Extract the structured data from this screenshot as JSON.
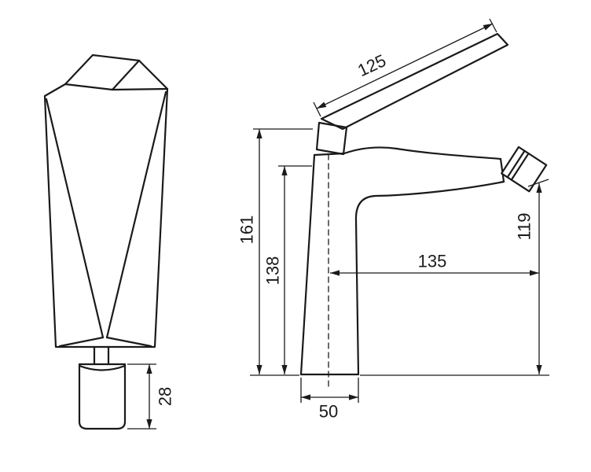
{
  "colors": {
    "background": "#ffffff",
    "line": "#1a1a1a"
  },
  "views": {
    "front": {
      "aerator_height_mm": "28"
    },
    "side": {
      "lever_length_mm": "125",
      "overall_height_mm": "161",
      "body_height_mm": "138",
      "spout_reach_mm": "135",
      "outlet_height_mm": "119",
      "base_width_mm": "50"
    }
  }
}
